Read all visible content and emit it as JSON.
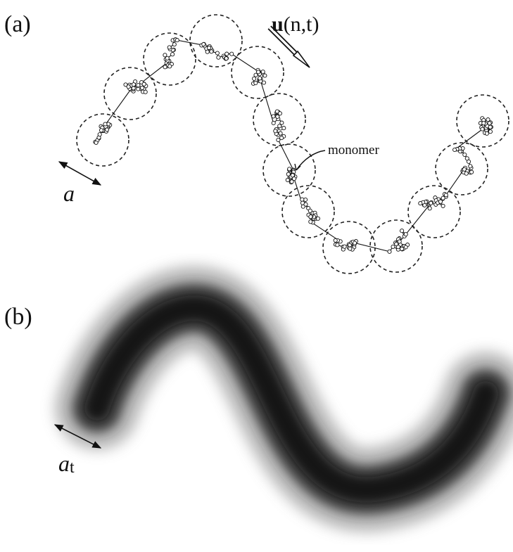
{
  "panel_a": {
    "label": "(a)",
    "velocity": {
      "symbol": "u",
      "args": "(n,t)"
    },
    "monomer_label": "monomer",
    "size_symbol": "a"
  },
  "panel_b": {
    "label": "(b)",
    "size_symbol": "a",
    "size_subscript": "t"
  }
}
